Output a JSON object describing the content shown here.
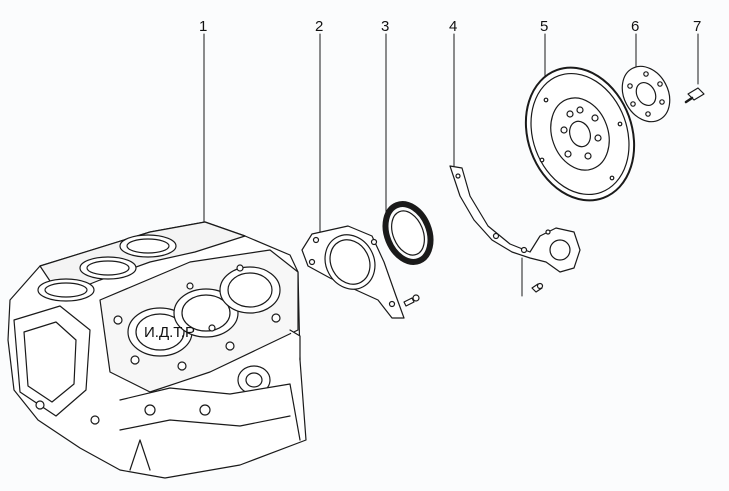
{
  "callouts": {
    "c1": "1",
    "c2": "2",
    "c3": "3",
    "c4": "4",
    "c5": "5",
    "c6": "6",
    "c7": "7"
  },
  "stamp": "И.Д.Т.Р"
}
